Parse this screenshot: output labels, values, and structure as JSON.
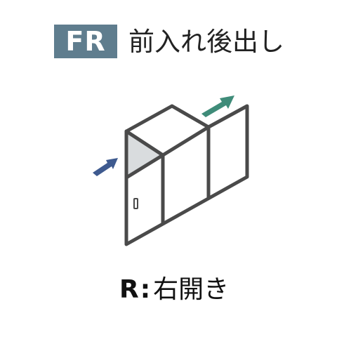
{
  "header": {
    "badge": "FR",
    "title": "前入れ後出し"
  },
  "caption": {
    "letter": "R",
    "colon": ":",
    "text": "右開き"
  },
  "colors": {
    "badge_bg": "#5f7d8e",
    "outline": "#4a4a4a",
    "shaded_face": "#d9dcde",
    "in_arrow": "#3e5a8f",
    "out_arrow": "#3f8c79"
  },
  "icons": {
    "in_arrow": "arrow-in-icon",
    "out_arrow": "arrow-out-icon",
    "handle": "door-handle-icon"
  }
}
